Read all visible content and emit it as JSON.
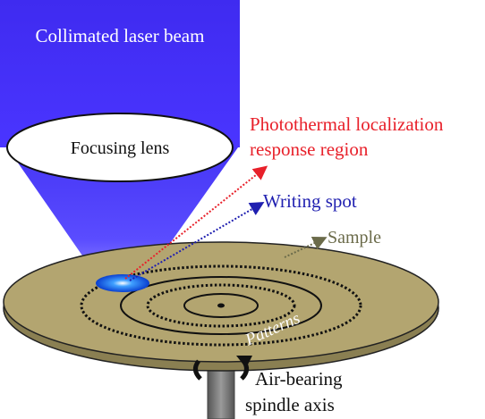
{
  "labels": {
    "beam": "Collimated laser beam",
    "lens": "Focusing lens",
    "photothermal_line1": "Photothermal localization",
    "photothermal_line2": "response region",
    "writing_spot": "Writing spot",
    "sample": "Sample",
    "patterns": "Patterns",
    "spindle_line1": "Air-bearing",
    "spindle_line2": "spindle axis"
  },
  "colors": {
    "beam": "#3f2bf0",
    "beam_dark": "#2a1fd6",
    "lens_fill": "#ffffff",
    "disk_top": "#b3a570",
    "disk_edge": "#8a7f52",
    "photothermal": "#e8202a",
    "writing_spot": "#1f1fb0",
    "sample": "#6b6b4a",
    "spindle": "#7a7a7a",
    "text": "#111111"
  },
  "icons": {
    "rotation": "curved-rotation-arrow-icon",
    "sample_arrow": "dotted-arrow-icon"
  }
}
